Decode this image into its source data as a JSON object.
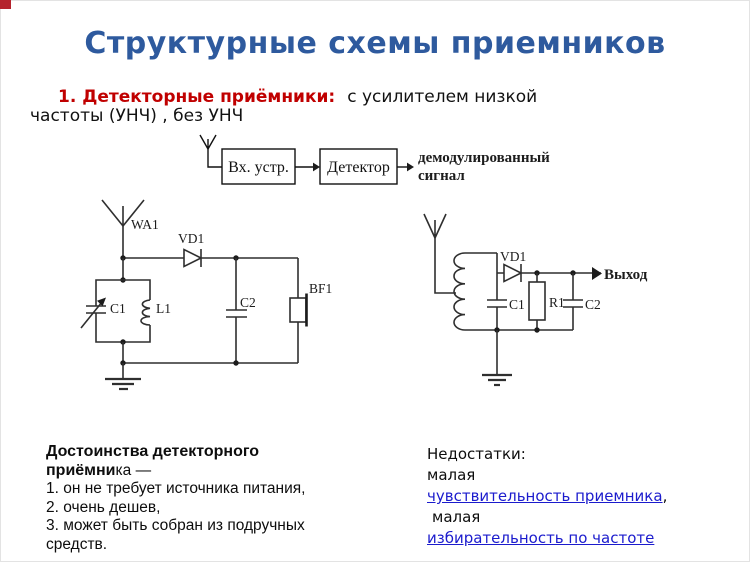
{
  "colors": {
    "title_blue": "#2e5a9e",
    "accent_red": "#c00000",
    "link_blue": "#1b1bcd",
    "corner_red": "#b5232d"
  },
  "slide": {
    "title": "Структурные схемы приемников"
  },
  "intro": {
    "heading_red": "1.  Детекторные приёмники:",
    "after_heading": "с усилителем низкой",
    "line2": "частоты (УНЧ) , без УНЧ"
  },
  "block_diagram": {
    "input_box": "Вх. устр.",
    "detector_box": "Детектор",
    "output_line1": "демодулированный",
    "output_line2": "сигнал"
  },
  "left_circuit": {
    "antenna": "WA1",
    "diode": "VD1",
    "var_capacitor": "C1",
    "inductor": "L1",
    "capacitor": "C2",
    "phones": "BF1"
  },
  "right_circuit": {
    "diode": "VD1",
    "capacitor1": "C1",
    "resistor": "R1",
    "capacitor2": "C2",
    "output": "Выход"
  },
  "advantages": {
    "heading_line1": "Достоинства детекторного",
    "heading_bold2": "приёмни",
    "heading_tail": "ка —",
    "items": [
      "1. он не требует источника питания,",
      "2. очень дешев,",
      "3. может быть собран из подручных",
      "средств."
    ]
  },
  "disadvantages": {
    "heading": "Недостатки:",
    "word1": "малая",
    "link1": "чувствительность приемника",
    "link1_suffix": ",",
    "word2": "малая",
    "link2": "избирательность по частоте"
  }
}
